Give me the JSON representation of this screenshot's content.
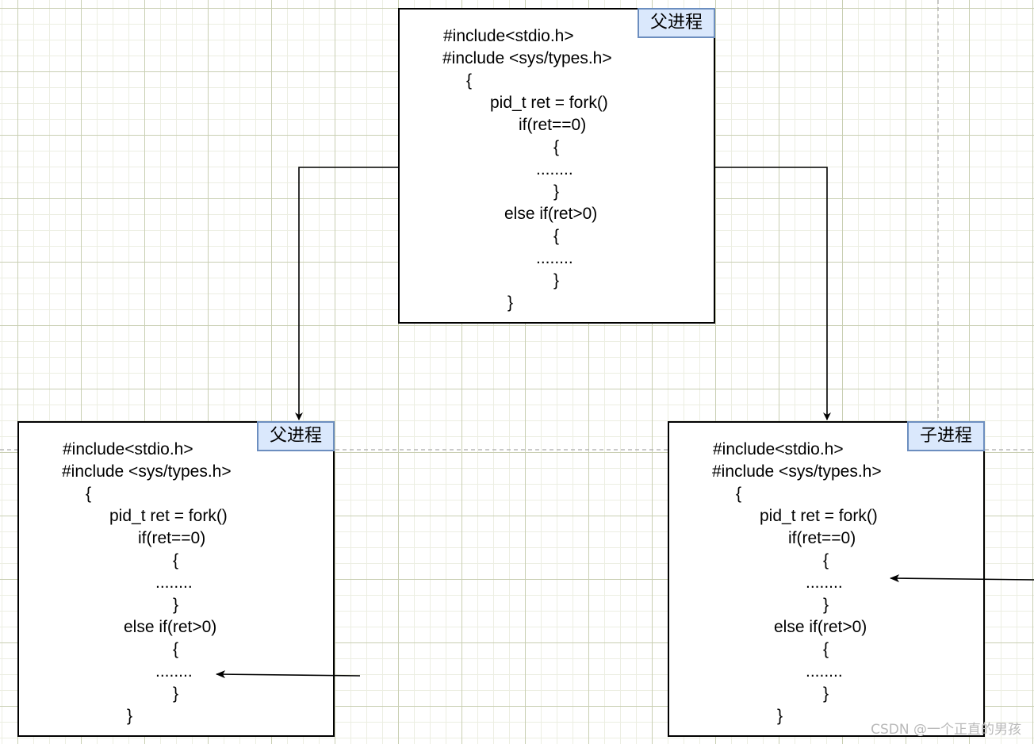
{
  "boxes": {
    "top": {
      "tag": "父进程",
      "lines": [
        "#include<stdio.h>",
        "#include <sys/types.h>",
        "{",
        "pid_t ret = fork()",
        "if(ret==0)",
        "{",
        "........",
        "}",
        "else if(ret>0)",
        "{",
        "........",
        "}",
        "}"
      ]
    },
    "left": {
      "tag": "父进程",
      "lines": [
        "#include<stdio.h>",
        "#include <sys/types.h>",
        "{",
        "pid_t ret = fork()",
        "if(ret==0)",
        "{",
        "........",
        "}",
        "else if(ret>0)",
        "{",
        "........",
        "}",
        "}"
      ]
    },
    "right": {
      "tag": "子进程",
      "lines": [
        "#include<stdio.h>",
        "#include <sys/types.h>",
        "{",
        "pid_t ret = fork()",
        "if(ret==0)",
        "{",
        "........",
        "}",
        "else if(ret>0)",
        "{",
        "........",
        "}",
        "}"
      ]
    }
  },
  "watermark": "CSDN @一个正直的男孩",
  "colors": {
    "tag_fill": "#dae8fc",
    "tag_border": "#6c8ebf",
    "grid_major": "#c9cfb3",
    "grid_minor": "#eceee2"
  }
}
